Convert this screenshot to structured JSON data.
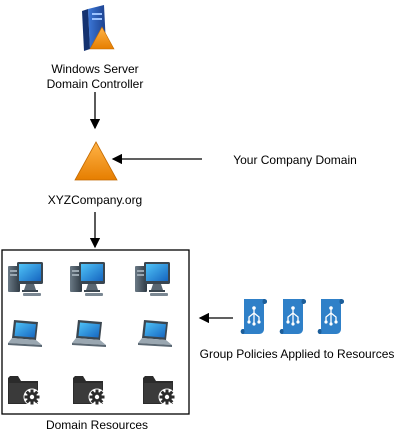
{
  "nodes": {
    "domain_controller": {
      "line1": "Windows Server",
      "line2": "Domain Controller"
    },
    "domain": {
      "label": "XYZCompany.org"
    },
    "resources": {
      "label": "Domain Resources"
    }
  },
  "annotations": {
    "company_domain": "Your Company Domain",
    "group_policies": "Group Policies Applied to Resources"
  },
  "colors": {
    "server_blue": "#1E4FA0",
    "domain_orange": "#F08C1A",
    "monitor_blue": "#1E88E5",
    "policy_blue": "#2F80C8",
    "folder_dark": "#2B2B2B",
    "line": "#000000"
  },
  "icons": {
    "resource_rows": [
      "desktop-computer-icon",
      "laptop-icon",
      "shared-folder-icon"
    ],
    "policy": "group-policy-icon"
  }
}
